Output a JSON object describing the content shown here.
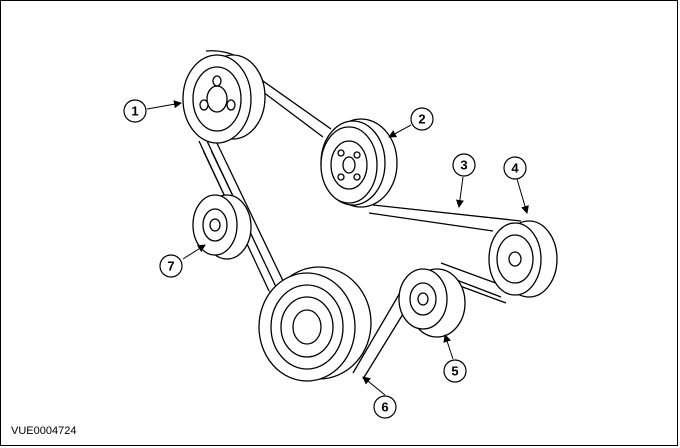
{
  "figure_id": "VUE0004724",
  "callouts": [
    "1",
    "2",
    "3",
    "4",
    "5",
    "6",
    "7"
  ],
  "colors": {
    "line": "#000000",
    "fill": "#ffffff",
    "shade": "#d9d9d9"
  }
}
